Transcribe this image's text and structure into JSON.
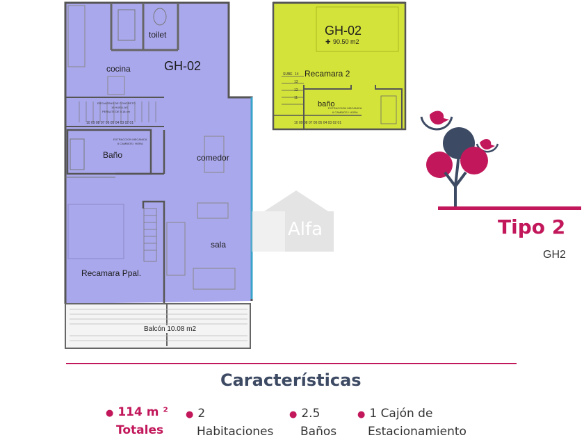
{
  "plan_main": {
    "unit_label": "GH-02",
    "rooms": {
      "toilet": "toilet",
      "cocina": "cocina",
      "bano": "Baño",
      "comedor": "comedor",
      "sala": "sala",
      "recamara_ppal": "Recamara  Ppal.",
      "balcon": "Balcón 10.08 m2"
    },
    "stair_note_line1": "ESCALERAS DE CONCRETO",
    "stair_note_line2": "16 HUELLAS",
    "stair_note_line3": "PERALTE DE 0.18 cm",
    "extraction_line1": "EXTRACCION MECANICA",
    "extraction_line2": "6 CAMBIOS / HORA",
    "step_numbers": "10  09  08  07  06  05  04  03  02  01"
  },
  "plan_upper": {
    "unit_label": "GH-02",
    "area": "90.50 m2",
    "rooms": {
      "recamara_2": "Recamara 2",
      "bano": "baño"
    },
    "sube": "SUBE",
    "stair_side_numbers": [
      "14",
      "13",
      "12",
      "11"
    ],
    "extraction_line1": "EXTRACCION MECANICA",
    "extraction_line2": "6 CAMBIOS / HORA",
    "step_numbers": "10  09  08  07  06  05  04  03  02  01"
  },
  "watermark": {
    "text": "Alfa"
  },
  "tipo": {
    "title": "Tipo 2",
    "code": "GH2"
  },
  "caracteristicas": {
    "title": "Características",
    "items": [
      {
        "line1": "114 m ²",
        "line2": "Totales"
      },
      {
        "line1": "2",
        "line2": "Habitaciones"
      },
      {
        "line1": "2.5",
        "line2": "Baños"
      },
      {
        "line1": "1 Cajón de",
        "line2": "Estacionamiento"
      }
    ]
  },
  "colors": {
    "plan_fill": "#aaa8ec",
    "upper_fill": "#d4e33a",
    "brand_pink": "#c2185b",
    "brand_navy": "#3d4a63",
    "wall": "#555555"
  },
  "icons": [
    "bird-icon",
    "tree-logo-icon",
    "watermark-house-icon"
  ]
}
